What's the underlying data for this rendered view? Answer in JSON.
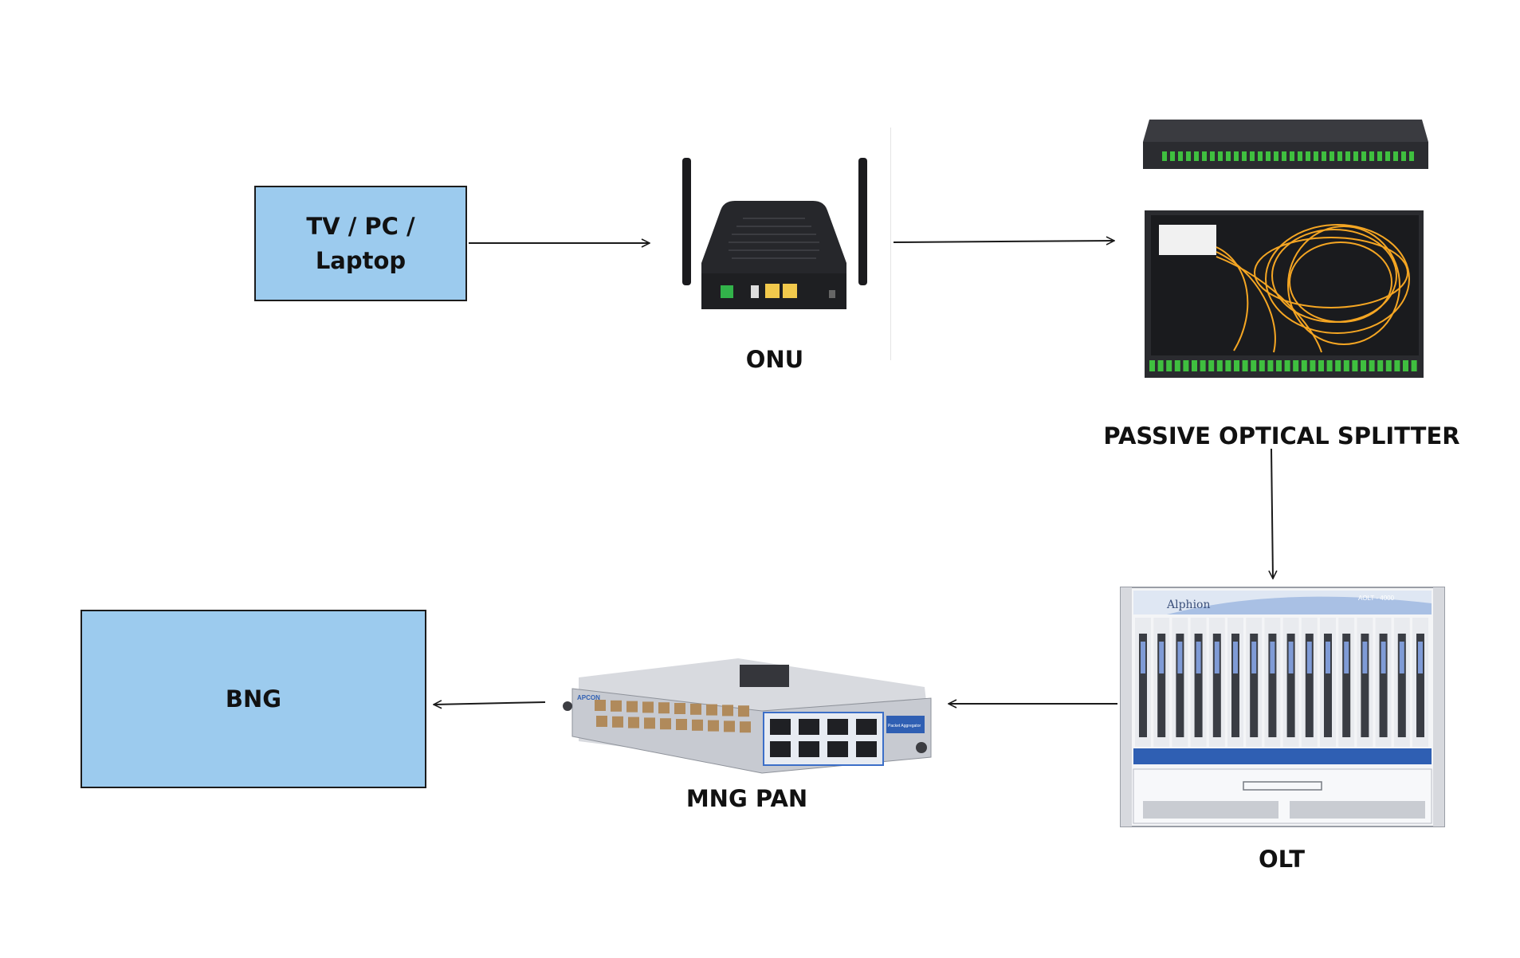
{
  "nodes": {
    "clients": {
      "label": "TV /  PC /\nLaptop",
      "kind": "box"
    },
    "onu": {
      "label": "ONU",
      "kind": "device"
    },
    "splitter": {
      "label": "PASSIVE OPTICAL SPLITTER",
      "kind": "device"
    },
    "olt": {
      "label": "OLT",
      "kind": "device",
      "brand": "Alphion",
      "model": "AOLT - 4000"
    },
    "pan": {
      "label": "MNG PAN",
      "kind": "device",
      "brand": "APCON",
      "badge": "Packet Aggregator"
    },
    "bng": {
      "label": "BNG",
      "kind": "box"
    }
  },
  "edges": [
    {
      "from": "clients",
      "to": "onu"
    },
    {
      "from": "onu",
      "to": "splitter"
    },
    {
      "from": "splitter",
      "to": "olt"
    },
    {
      "from": "olt",
      "to": "pan"
    },
    {
      "from": "pan",
      "to": "bng"
    }
  ],
  "colors": {
    "box_fill": "#9ccbee",
    "fiber": "#f5a623",
    "connector": "#3fbf3f",
    "device_dark": "#2a2a2e",
    "olt_accent": "#2f5fb3"
  }
}
